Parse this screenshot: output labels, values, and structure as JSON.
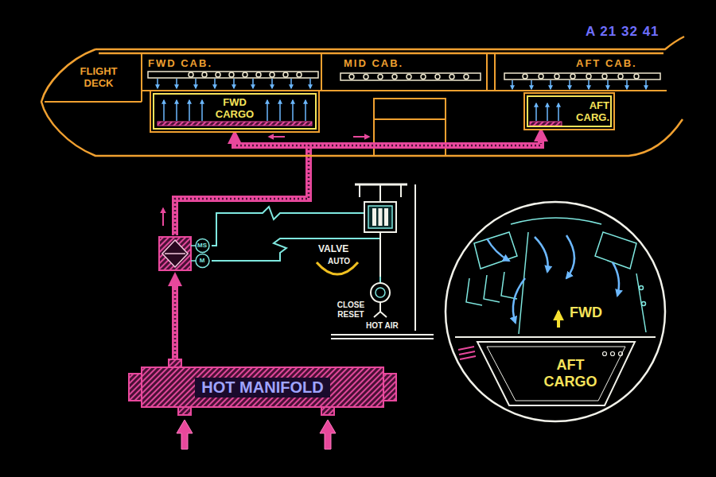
{
  "diagram": {
    "nodes": [
      {
        "text": [
          "FLIGHT DECK"
        ]
      },
      {
        "text": [
          "FWD CARGO"
        ],
        "in": 0
      },
      {
        "text": [
          "AFT CARG."
        ],
        "in": 0
      },
      {
        "text": [
          "MS",
          "M"
        ]
      },
      {
        "text": [
          "VALVE",
          "AUTO"
        ]
      },
      {
        "text": [
          "CLOSE RESET",
          "HOT AIR"
        ]
      },
      {
        "text": [
          "HOT MANIFOLD"
        ]
      },
      {
        "text": [
          "FWD"
        ]
      },
      {
        "text": [
          "AFT CARGO"
        ],
        "in": 7
      }
    ],
    "edges": [
      {
        "from": 6,
        "to": 3,
        "arrow": "to"
      },
      {
        "from": 3,
        "to": 1,
        "arrow": "to"
      },
      {
        "from": 3,
        "to": 2,
        "arrow": "to"
      },
      {
        "from": 3,
        "to": 4,
        "arrow": "none"
      },
      {
        "from": 3,
        "to": 5,
        "arrow": "none"
      }
    ],
    "labels": [
      "A 21 32 41",
      "FWD CAB.",
      "MID CAB.",
      "AFT CAB."
    ]
  }
}
